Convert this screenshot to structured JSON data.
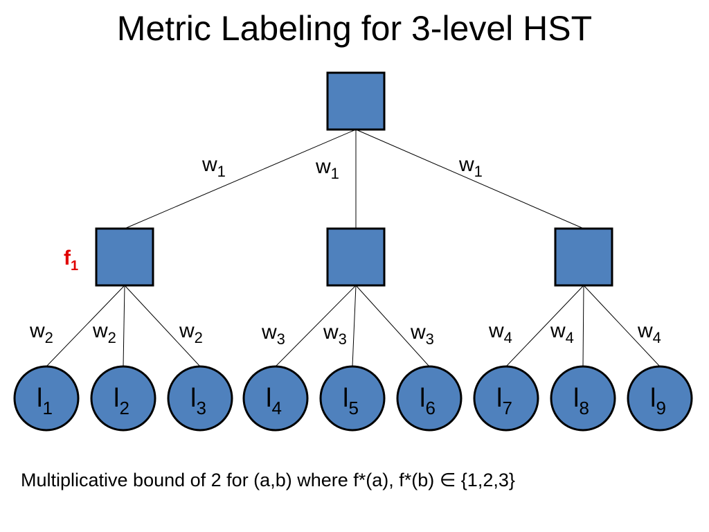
{
  "title": "Metric Labeling for 3-level HST",
  "colors": {
    "node_fill": "#4f81bd",
    "node_stroke": "#000000",
    "edge": "#000000",
    "highlight": "#e00000"
  },
  "tree": {
    "root": {
      "id": "root"
    },
    "internal": [
      {
        "id": "n1",
        "label": {
          "base": "f",
          "sub": "1"
        }
      },
      {
        "id": "n2"
      },
      {
        "id": "n3"
      }
    ],
    "root_edges": [
      {
        "to": "n1",
        "label": {
          "base": "w",
          "sub": "1"
        }
      },
      {
        "to": "n2",
        "label": {
          "base": "w",
          "sub": "1"
        }
      },
      {
        "to": "n3",
        "label": {
          "base": "w",
          "sub": "1"
        }
      }
    ],
    "leaves": [
      {
        "id": "l1",
        "parent": "n1",
        "label": {
          "base": "l",
          "sub": "1"
        },
        "edge_label": {
          "base": "w",
          "sub": "2"
        }
      },
      {
        "id": "l2",
        "parent": "n1",
        "label": {
          "base": "l",
          "sub": "2"
        },
        "edge_label": {
          "base": "w",
          "sub": "2"
        }
      },
      {
        "id": "l3",
        "parent": "n1",
        "label": {
          "base": "l",
          "sub": "3"
        },
        "edge_label": {
          "base": "w",
          "sub": "2"
        }
      },
      {
        "id": "l4",
        "parent": "n2",
        "label": {
          "base": "l",
          "sub": "4"
        },
        "edge_label": {
          "base": "w",
          "sub": "3"
        }
      },
      {
        "id": "l5",
        "parent": "n2",
        "label": {
          "base": "l",
          "sub": "5"
        },
        "edge_label": {
          "base": "w",
          "sub": "3"
        }
      },
      {
        "id": "l6",
        "parent": "n2",
        "label": {
          "base": "l",
          "sub": "6"
        },
        "edge_label": {
          "base": "w",
          "sub": "3"
        }
      },
      {
        "id": "l7",
        "parent": "n3",
        "label": {
          "base": "l",
          "sub": "7"
        },
        "edge_label": {
          "base": "w",
          "sub": "4"
        }
      },
      {
        "id": "l8",
        "parent": "n3",
        "label": {
          "base": "l",
          "sub": "8"
        },
        "edge_label": {
          "base": "w",
          "sub": "4"
        }
      },
      {
        "id": "l9",
        "parent": "n3",
        "label": {
          "base": "l",
          "sub": "9"
        },
        "edge_label": {
          "base": "w",
          "sub": "4"
        }
      }
    ]
  },
  "caption": "Multiplicative bound of 2 for (a,b) where f*(a), f*(b) ∈ {1,2,3}"
}
